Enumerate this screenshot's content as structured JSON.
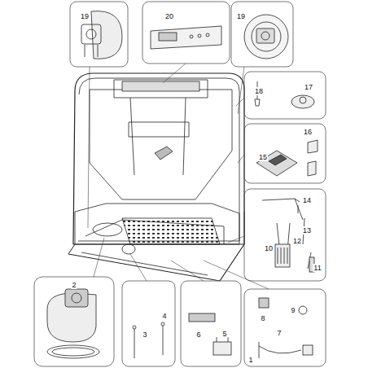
{
  "diagram": {
    "labels": [
      "19",
      "20",
      "19",
      "17",
      "18",
      "15",
      "16",
      "14",
      "13",
      "12",
      "10",
      "11",
      "2",
      "9",
      "8",
      "4",
      "3",
      "6",
      "5",
      "1",
      "7"
    ]
  }
}
